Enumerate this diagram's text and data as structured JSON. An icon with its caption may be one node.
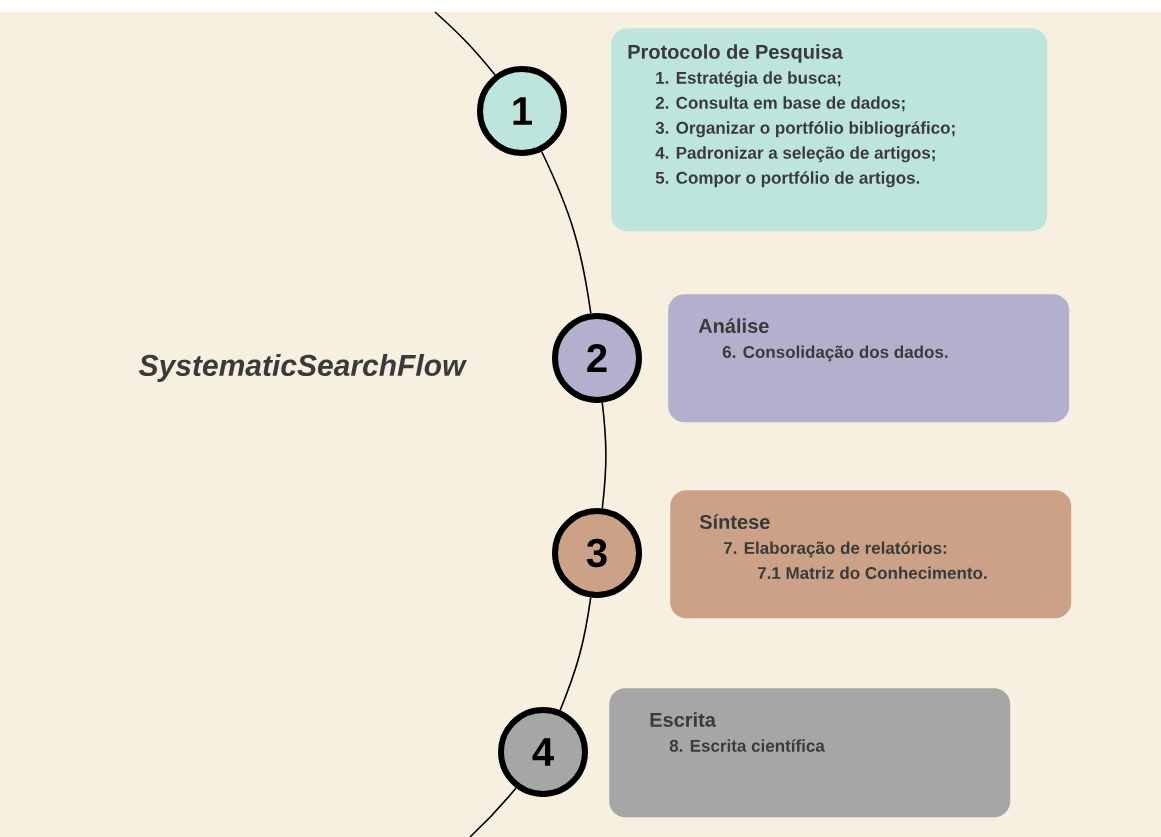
{
  "diagram": {
    "title": "SystematicSearchFlow",
    "nodes": [
      {
        "text": [
          "1"
        ]
      },
      {
        "text": [
          "Protocolo de Pesquisa",
          "1. Estratégia de busca;",
          "2. Consulta em base de dados;",
          "3. Organizar o portfólio bibliográfico;",
          "4. Padronizar a seleção de artigos;",
          "5. Compor o portfólio de artigos."
        ]
      },
      {
        "text": [
          "2"
        ]
      },
      {
        "text": [
          "Análise",
          "6. Consolidação dos dados."
        ]
      },
      {
        "text": [
          "3"
        ]
      },
      {
        "text": [
          "Síntese",
          "7. Elaboração de relatórios:",
          "7.1 Matriz do Conhecimento."
        ]
      },
      {
        "text": [
          "4"
        ]
      },
      {
        "text": [
          "Escrita",
          "8. Escrita científica"
        ]
      }
    ],
    "edges": [
      {
        "from": null,
        "to": 0,
        "arrow": "none"
      },
      {
        "from": 0,
        "to": 2,
        "arrow": "none"
      },
      {
        "from": 2,
        "to": 4,
        "arrow": "none"
      },
      {
        "from": 4,
        "to": 6,
        "arrow": "none"
      },
      {
        "from": 6,
        "to": null,
        "arrow": "none"
      }
    ]
  }
}
